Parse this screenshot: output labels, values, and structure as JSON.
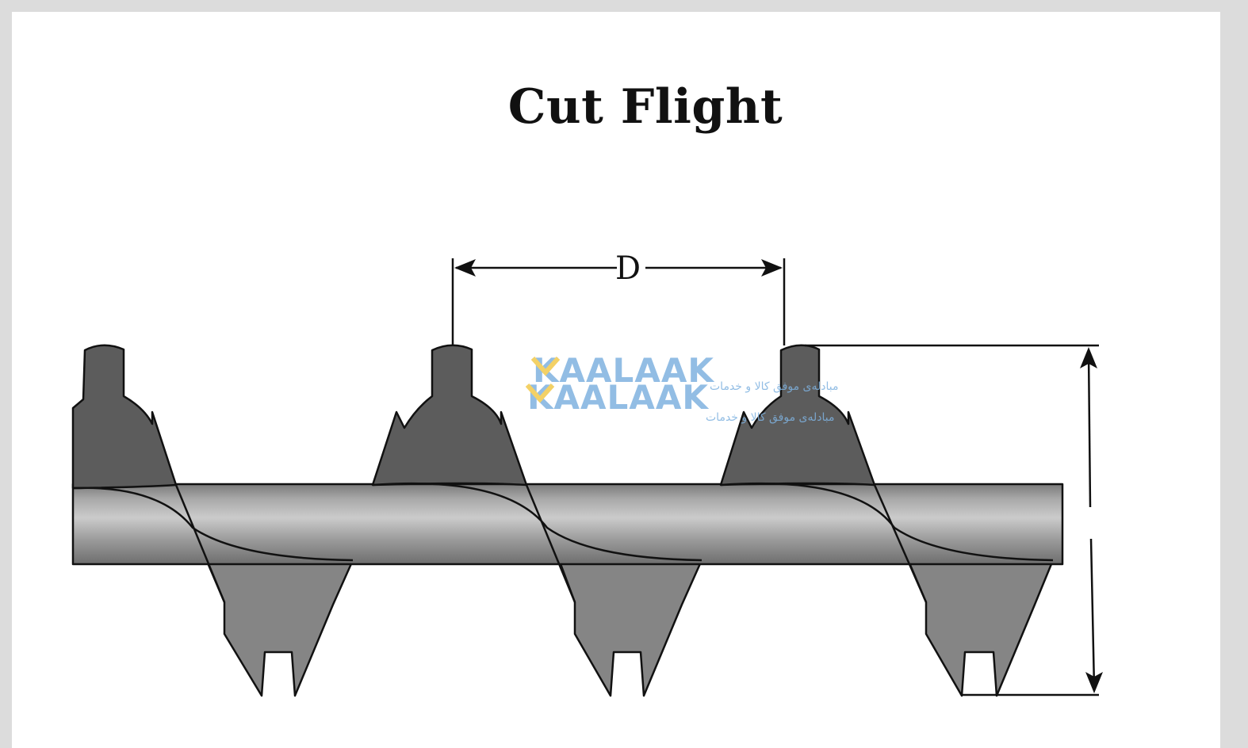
{
  "title": "Cut Flight",
  "dimension": {
    "label": "D"
  },
  "watermark": {
    "brand": "KAALAAK",
    "tagline": "مبادله‌ی موفق کالا و خدمات"
  },
  "colors": {
    "background": "#dcdcdc",
    "panel": "#ffffff",
    "flight_dark": "#5c5c5c",
    "flight_light": "#858585",
    "shaft_light": "#c6c6c6",
    "shaft_dark": "#707070",
    "outline": "#111111",
    "watermark_blue": "#7fb2e0",
    "watermark_yellow": "#f2c94c"
  }
}
